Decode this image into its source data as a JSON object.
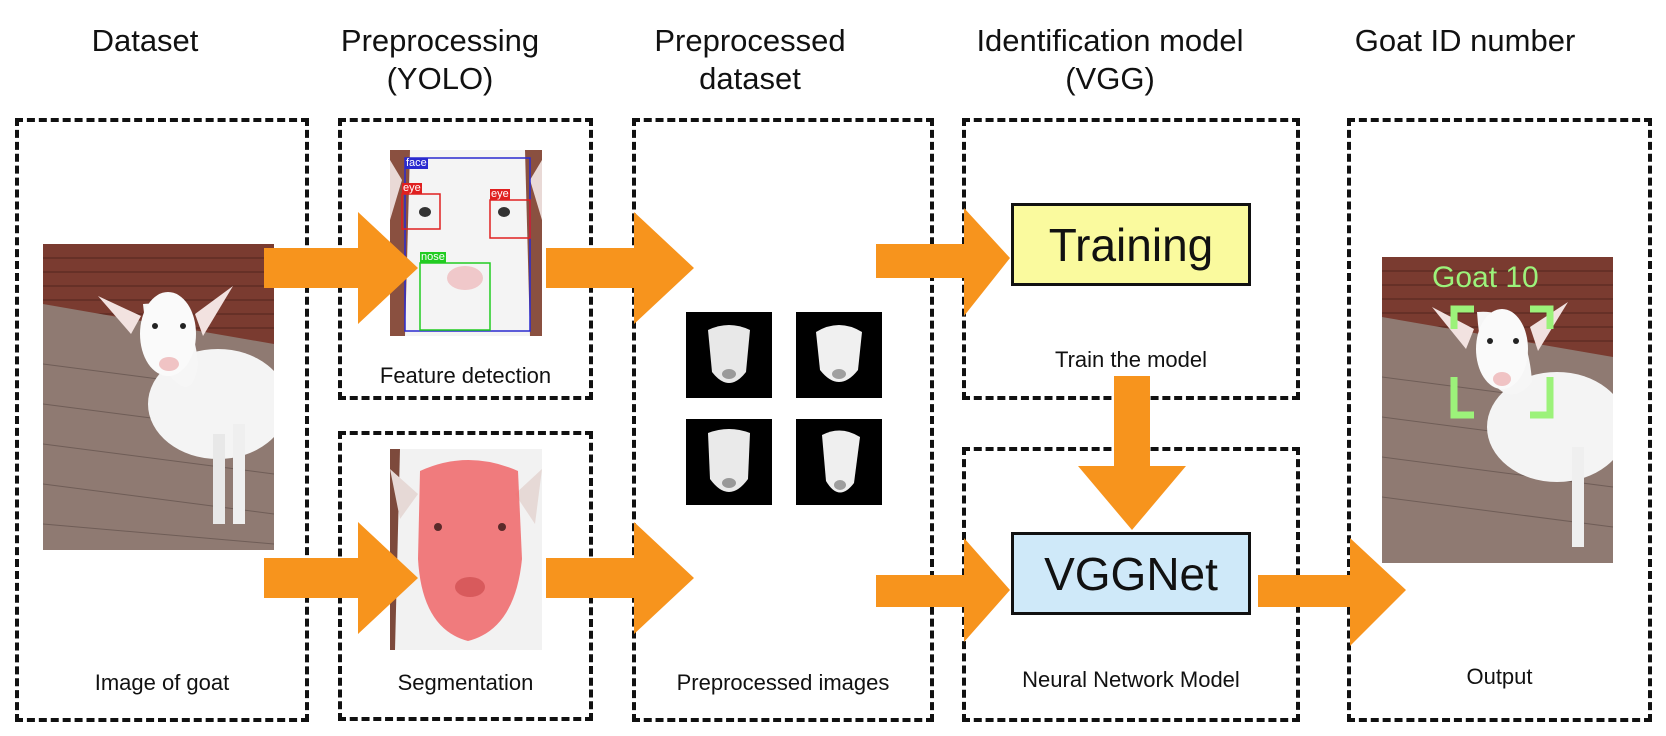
{
  "columns": {
    "dataset": "Dataset",
    "preprocessing": "Preprocessing\n(YOLO)",
    "preprocessed_dataset": "Preprocessed dataset",
    "identification_model": "Identification model\n(VGG)",
    "goat_id": "Goat ID number"
  },
  "captions": {
    "image_of_goat": "Image of goat",
    "feature_detection": "Feature detection",
    "segmentation": "Segmentation",
    "preprocessed_images": "Preprocessed images",
    "train_the_model": "Train the model",
    "neural_network_model": "Neural Network Model",
    "output": "Output"
  },
  "models": {
    "training": "Training",
    "vggnet": "VGGNet"
  },
  "detection_labels": {
    "face": "face",
    "eye_left": "eye",
    "eye_right": "eye",
    "nose": "nose"
  },
  "output_label": "Goat 10",
  "colors": {
    "arrow": "#F7941D",
    "training_fill": "#FAFA9E",
    "vggnet_fill": "#CFE9F9",
    "face_box": "#2A2ACF",
    "eye_box": "#E02020",
    "nose_box": "#22CC22",
    "id_box": "#9CF27A",
    "segmentation_mask": "#F06E70"
  }
}
